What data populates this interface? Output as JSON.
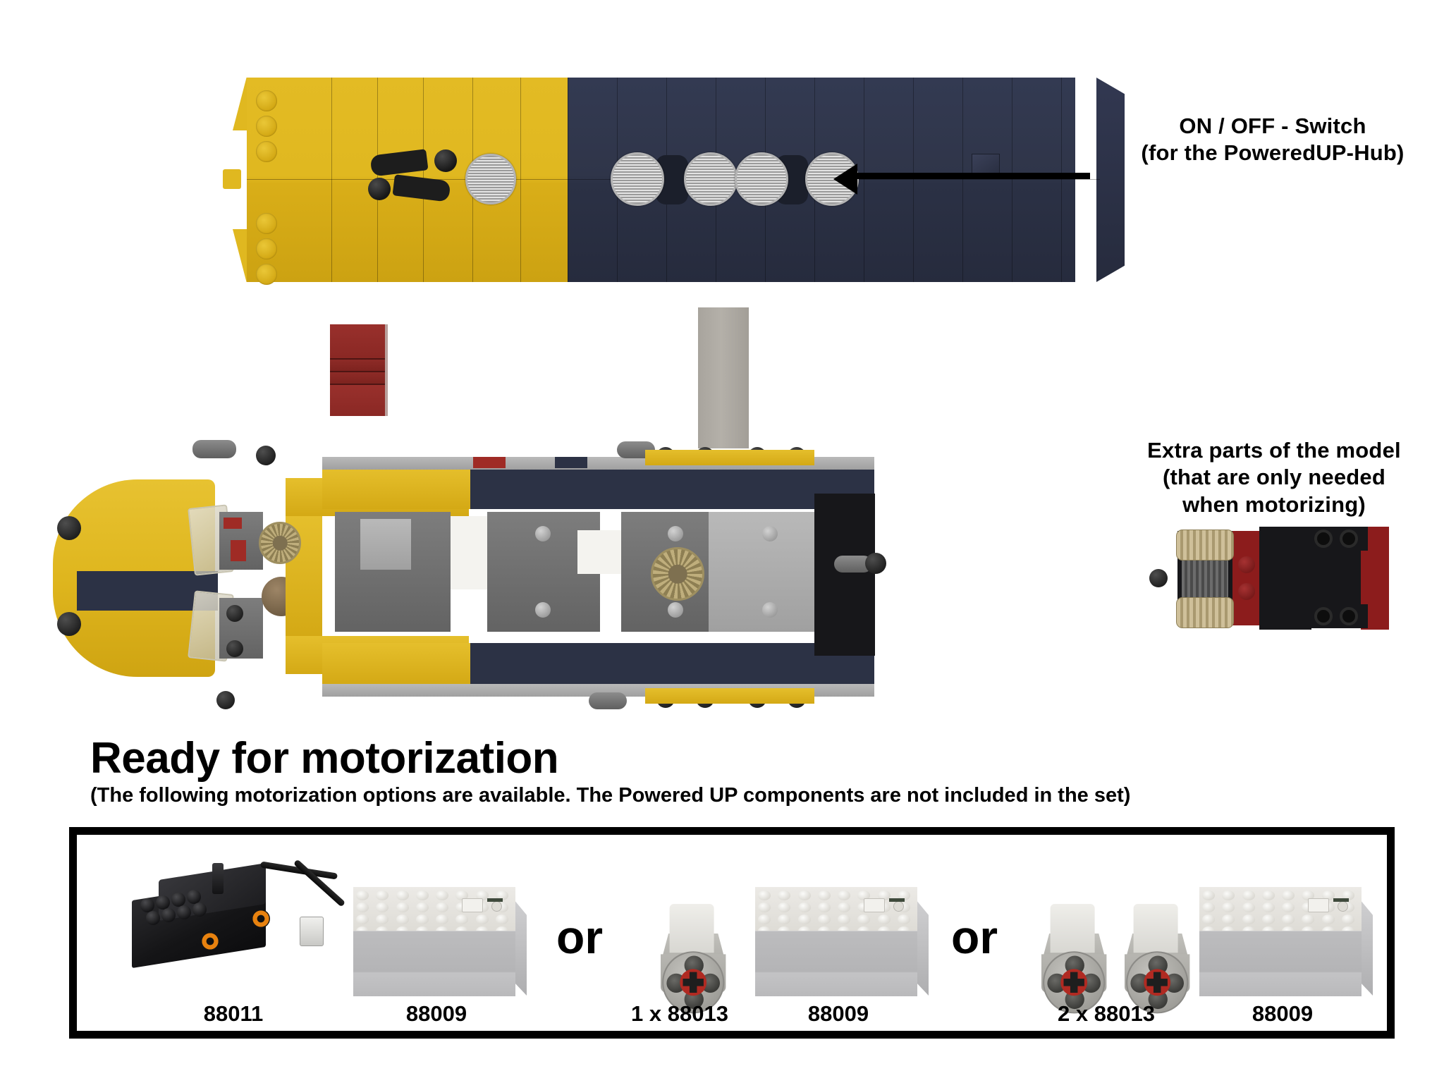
{
  "page": {
    "heading": "Ready for motorization",
    "subheading": "(The following motorization options are available. The Powered UP components are not included in the set)"
  },
  "callouts": {
    "switch": {
      "line1": "ON / OFF - Switch",
      "line2": "(for the PoweredUP-Hub)"
    },
    "extra_parts": {
      "line1": "Extra parts of the model",
      "line2": "(that are only needed",
      "line3": "when motorizing)"
    }
  },
  "motorization_options": {
    "or_label_1": "or",
    "or_label_2": "or",
    "items": [
      {
        "id": "train-motor-88011",
        "caption": "88011"
      },
      {
        "id": "battery-box-88009-a",
        "caption": "88009"
      },
      {
        "id": "motor-88013-single",
        "caption": "1 x 88013"
      },
      {
        "id": "battery-box-88009-b",
        "caption": "88009"
      },
      {
        "id": "motor-88013-double",
        "caption": "2 x 88013"
      },
      {
        "id": "battery-box-88009-c",
        "caption": "88009"
      }
    ]
  },
  "colors": {
    "train_yellow": "#e0b820",
    "train_navy": "#2e3349",
    "brick_red": "#8c2a26",
    "brick_gray": "#a8a49d",
    "motor_black": "#17171a",
    "accent_orange": "#e8820f",
    "outline_black": "#000000",
    "page_background": "#ffffff"
  }
}
